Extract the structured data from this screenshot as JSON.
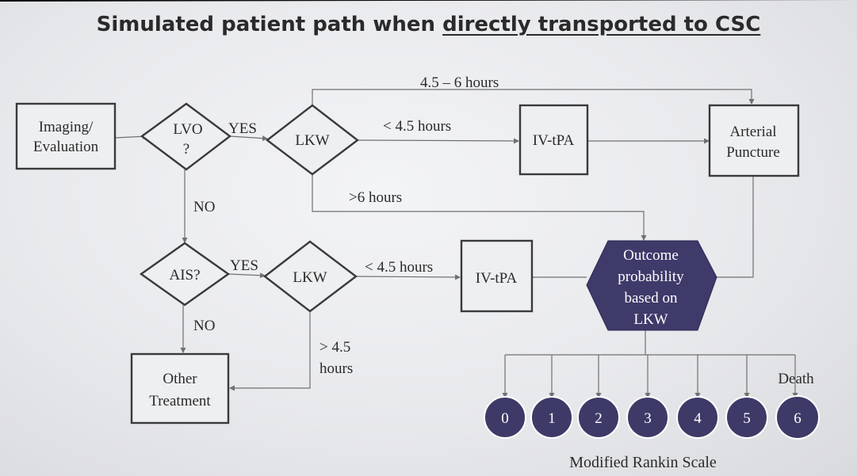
{
  "slide": {
    "title_prefix": "Simulated patient path when ",
    "title_emphasis": "directly transported to CSC"
  },
  "nodes": {
    "imaging": [
      "Imaging/",
      "Evaluation"
    ],
    "lvo": [
      "LVO",
      "?"
    ],
    "lkw_top": "LKW",
    "iv_tpa_top": "IV-tPA",
    "arterial_puncture": [
      "Arterial",
      "Puncture"
    ],
    "ais": "AIS?",
    "lkw_bottom": "LKW",
    "iv_tpa_bottom": "IV-tPA",
    "outcome": [
      "Outcome",
      "probability",
      "based on",
      "LKW"
    ],
    "other_treatment": [
      "Other",
      "Treatment"
    ]
  },
  "edges": {
    "lvo_yes": "YES",
    "lvo_no": "NO",
    "ais_yes": "YES",
    "ais_no": "NO",
    "top_window": "4.5 – 6 hours",
    "top_under": "< 4.5 hours",
    "top_over": ">6 hours",
    "bottom_under": "< 4.5 hours",
    "bottom_over": [
      "> 4.5",
      "hours"
    ]
  },
  "rankin": {
    "scores": [
      "0",
      "1",
      "2",
      "3",
      "4",
      "5",
      "6"
    ],
    "death_label": "Death",
    "scale_label": "Modified Rankin Scale"
  },
  "colors": {
    "outcome_fill": "#3e3a6a",
    "circle_fill": "#3d3a68",
    "line": "#707070",
    "box_border": "#3a3a3a",
    "background": "#ededf0"
  }
}
